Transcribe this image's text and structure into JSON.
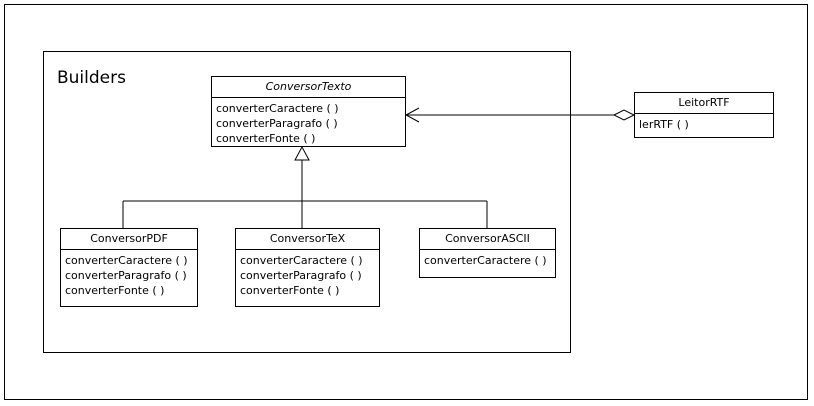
{
  "package": {
    "title": "Builders"
  },
  "classes": {
    "conversor_texto": {
      "name": "ConversorTexto",
      "operations": [
        "converterCaractere ( )",
        "converterParagrafo ( )",
        "converterFonte ( )"
      ]
    },
    "conversor_pdf": {
      "name": "ConversorPDF",
      "operations": [
        "converterCaractere ( )",
        "converterParagrafo ( )",
        "converterFonte ( )"
      ]
    },
    "conversor_tex": {
      "name": "ConversorTeX",
      "operations": [
        "converterCaractere ( )",
        "converterParagrafo ( )",
        "converterFonte ( )"
      ]
    },
    "conversor_ascii": {
      "name": "ConversorASCII",
      "operations": [
        "converterCaractere ( )"
      ]
    },
    "leitor_rtf": {
      "name": "LeitorRTF",
      "operations": [
        "lerRTF ( )"
      ]
    }
  }
}
